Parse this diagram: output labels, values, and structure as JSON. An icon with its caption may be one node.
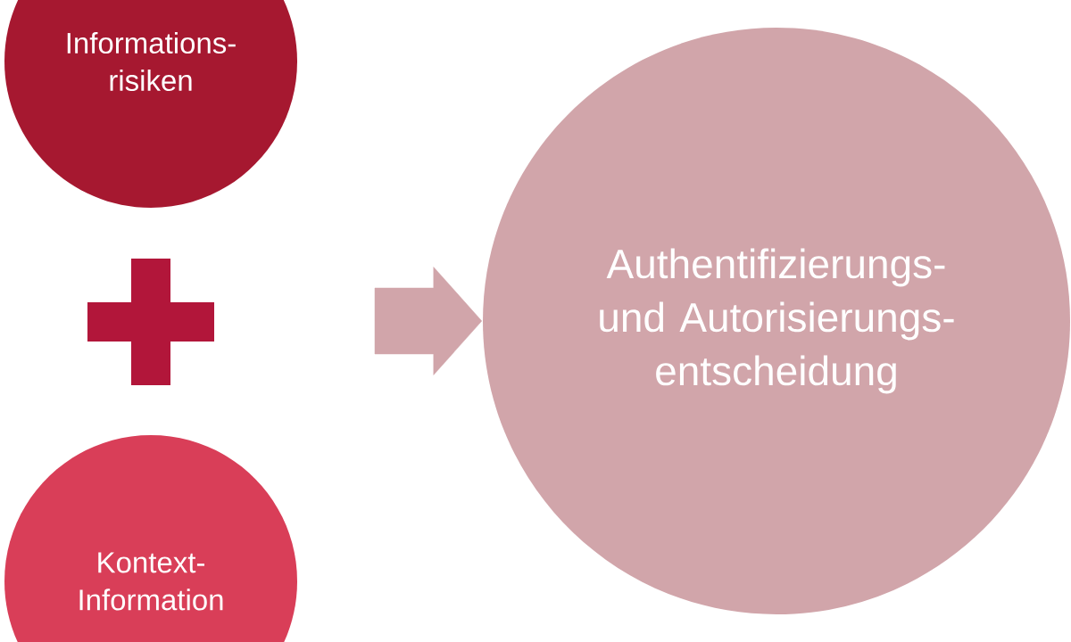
{
  "diagram": {
    "nodes": [
      {
        "text": [
          "Informations- risiken"
        ]
      },
      {
        "text": [],
        "shape": "plus"
      },
      {
        "text": [
          "Kontext- Information"
        ]
      },
      {
        "text": [
          "Authentifizierungs- und Autorisierungs- entscheidung"
        ]
      }
    ],
    "edges": [
      {
        "from": null,
        "to": 3,
        "arrow": "to"
      }
    ]
  }
}
